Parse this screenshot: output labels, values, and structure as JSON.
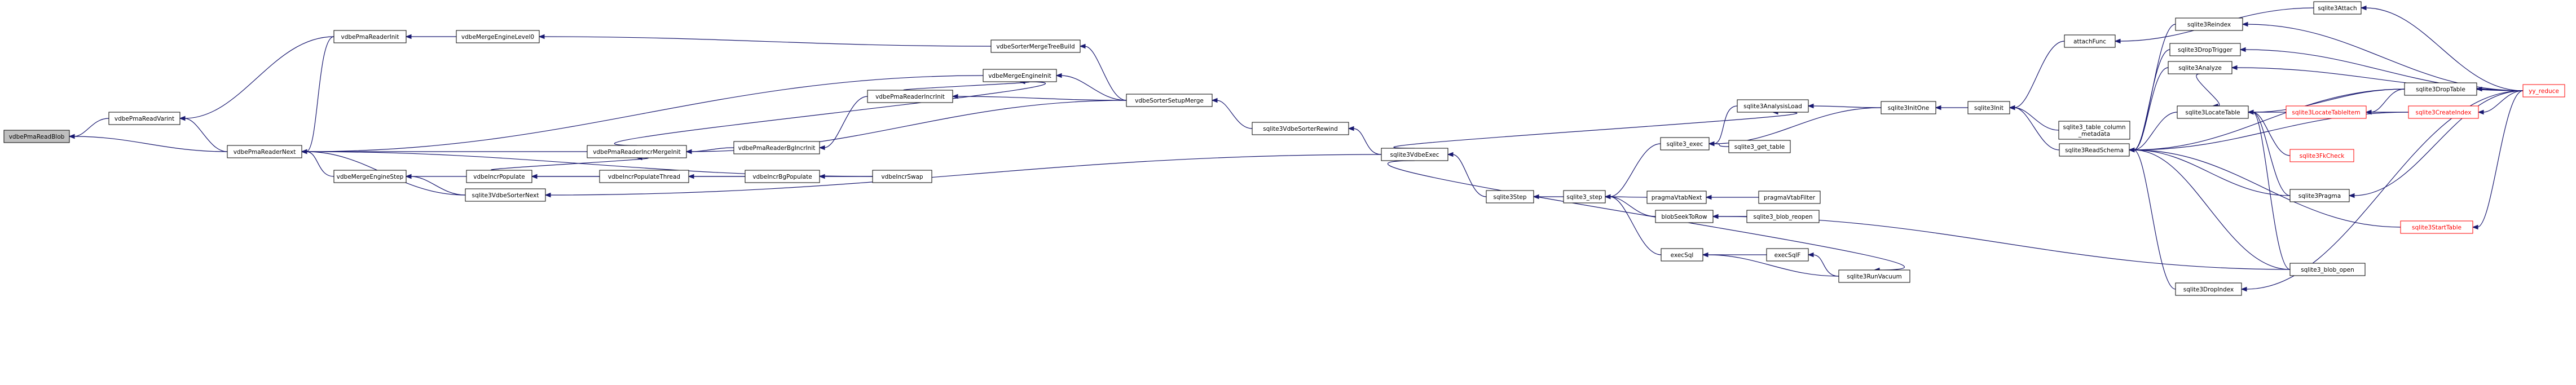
{
  "colors": {
    "edge": "#191970",
    "node_border": "#000000",
    "node_fill": "#ffffff",
    "root_fill": "#bfbfbf",
    "highlight_border": "#ff0000",
    "highlight_text": "#ff0000"
  },
  "nodes": [
    {
      "id": "n0",
      "label": "vdbePmaReadBlob",
      "root": true
    },
    {
      "id": "n1",
      "label": "vdbePmaReadVarint"
    },
    {
      "id": "n2",
      "label": "vdbePmaReaderNext"
    },
    {
      "id": "n3",
      "label": "vdbePmaReaderInit"
    },
    {
      "id": "n4",
      "label": "vdbeMergeEngineLevel0"
    },
    {
      "id": "n5",
      "label": "vdbeSorterMergeTreeBuild"
    },
    {
      "id": "n6",
      "label": "vdbeMergeEngineInit"
    },
    {
      "id": "n7",
      "label": "vdbeSorterSetupMerge"
    },
    {
      "id": "n8",
      "label": "vdbePmaReaderIncrMergeInit"
    },
    {
      "id": "n9",
      "label": "vdbePmaReaderBgIncrInit"
    },
    {
      "id": "n10",
      "label": "vdbePmaReaderIncrInit"
    },
    {
      "id": "n11",
      "label": "sqlite3VdbeSorterRewind"
    },
    {
      "id": "n12",
      "label": "sqlite3VdbeExec"
    },
    {
      "id": "n13",
      "label": "vdbeMergeEngineStep"
    },
    {
      "id": "n14",
      "label": "vdbeIncrPopulate"
    },
    {
      "id": "n15",
      "label": "vdbeIncrPopulateThread"
    },
    {
      "id": "n16",
      "label": "vdbeIncrBgPopulate"
    },
    {
      "id": "n17",
      "label": "vdbeIncrSwap"
    },
    {
      "id": "n18",
      "label": "sqlite3VdbeSorterNext"
    },
    {
      "id": "n19",
      "label": "sqlite3Step"
    },
    {
      "id": "n20",
      "label": "sqlite3_step"
    },
    {
      "id": "n21",
      "label": "sqlite3_exec"
    },
    {
      "id": "n22",
      "label": "sqlite3AnalysisLoad"
    },
    {
      "id": "n23",
      "label": "sqlite3_get_table"
    },
    {
      "id": "n24",
      "label": "pragmaVtabNext"
    },
    {
      "id": "n25",
      "label": "pragmaVtabFilter"
    },
    {
      "id": "n26",
      "label": "blobSeekToRow"
    },
    {
      "id": "n27",
      "label": "sqlite3_blob_reopen"
    },
    {
      "id": "n28",
      "label": "execSql"
    },
    {
      "id": "n29",
      "label": "execSqlF"
    },
    {
      "id": "n30",
      "label": "sqlite3RunVacuum"
    },
    {
      "id": "n31",
      "label": "sqlite3InitOne"
    },
    {
      "id": "n32",
      "label": "sqlite3Init"
    },
    {
      "id": "n33",
      "label": "attachFunc"
    },
    {
      "id": "n34",
      "label": "sqlite3_table_column_metadata",
      "lines": [
        "sqlite3_table_column",
        "_metadata"
      ]
    },
    {
      "id": "n35",
      "label": "sqlite3ReadSchema"
    },
    {
      "id": "n36",
      "label": "sqlite3Reindex"
    },
    {
      "id": "n37",
      "label": "sqlite3DropTrigger"
    },
    {
      "id": "n38",
      "label": "sqlite3Analyze"
    },
    {
      "id": "n39",
      "label": "sqlite3LocateTable"
    },
    {
      "id": "n40",
      "label": "sqlite3DropIndex"
    },
    {
      "id": "n41",
      "label": "sqlite3Attach"
    },
    {
      "id": "n42",
      "label": "sqlite3DropTable"
    },
    {
      "id": "n43",
      "label": "sqlite3LocateTableItem",
      "red": true
    },
    {
      "id": "n44",
      "label": "sqlite3FkCheck",
      "red": true
    },
    {
      "id": "n45",
      "label": "sqlite3CreateIndex",
      "red": true
    },
    {
      "id": "n46",
      "label": "sqlite3Pragma"
    },
    {
      "id": "n47",
      "label": "sqlite3StartTable",
      "red": true
    },
    {
      "id": "n48",
      "label": "sqlite3_blob_open"
    },
    {
      "id": "n49",
      "label": "yy_reduce",
      "red": true
    }
  ],
  "edges": [
    [
      "n1",
      "n0"
    ],
    [
      "n2",
      "n0"
    ],
    [
      "n2",
      "n1"
    ],
    [
      "n3",
      "n1"
    ],
    [
      "n3",
      "n2"
    ],
    [
      "n4",
      "n3"
    ],
    [
      "n5",
      "n4"
    ],
    [
      "n7",
      "n5"
    ],
    [
      "n6",
      "n2"
    ],
    [
      "n7",
      "n6"
    ],
    [
      "n8",
      "n2"
    ],
    [
      "n8",
      "n6"
    ],
    [
      "n10",
      "n6"
    ],
    [
      "n7",
      "n8"
    ],
    [
      "n9",
      "n8"
    ],
    [
      "n10",
      "n9"
    ],
    [
      "n7",
      "n10"
    ],
    [
      "n11",
      "n7"
    ],
    [
      "n12",
      "n11"
    ],
    [
      "n13",
      "n2"
    ],
    [
      "n14",
      "n13"
    ],
    [
      "n18",
      "n13"
    ],
    [
      "n18",
      "n2"
    ],
    [
      "n14",
      "n8"
    ],
    [
      "n15",
      "n14"
    ],
    [
      "n16",
      "n15"
    ],
    [
      "n17",
      "n16"
    ],
    [
      "n17",
      "n2"
    ],
    [
      "n17",
      "n14"
    ],
    [
      "n12",
      "n18"
    ],
    [
      "n19",
      "n12"
    ],
    [
      "n20",
      "n19"
    ],
    [
      "n21",
      "n20"
    ],
    [
      "n24",
      "n20"
    ],
    [
      "n26",
      "n20"
    ],
    [
      "n28",
      "n20"
    ],
    [
      "n22",
      "n21"
    ],
    [
      "n23",
      "n21"
    ],
    [
      "n31",
      "n21"
    ],
    [
      "n12",
      "n22"
    ],
    [
      "n31",
      "n22"
    ],
    [
      "n25",
      "n24"
    ],
    [
      "n27",
      "n26"
    ],
    [
      "n48",
      "n26"
    ],
    [
      "n29",
      "n28"
    ],
    [
      "n30",
      "n28"
    ],
    [
      "n30",
      "n29"
    ],
    [
      "n12",
      "n30"
    ],
    [
      "n32",
      "n31"
    ],
    [
      "n33",
      "n32"
    ],
    [
      "n34",
      "n32"
    ],
    [
      "n35",
      "n32"
    ],
    [
      "n41",
      "n33"
    ],
    [
      "n49",
      "n41"
    ],
    [
      "n36",
      "n35"
    ],
    [
      "n37",
      "n35"
    ],
    [
      "n38",
      "n35"
    ],
    [
      "n39",
      "n35"
    ],
    [
      "n40",
      "n35"
    ],
    [
      "n42",
      "n35"
    ],
    [
      "n45",
      "n35"
    ],
    [
      "n46",
      "n35"
    ],
    [
      "n47",
      "n35"
    ],
    [
      "n48",
      "n35"
    ],
    [
      "n38",
      "n39"
    ],
    [
      "n42",
      "n39"
    ],
    [
      "n43",
      "n39"
    ],
    [
      "n44",
      "n39"
    ],
    [
      "n46",
      "n39"
    ],
    [
      "n48",
      "n39"
    ],
    [
      "n45",
      "n43"
    ],
    [
      "n49",
      "n36"
    ],
    [
      "n49",
      "n37"
    ],
    [
      "n49",
      "n38"
    ],
    [
      "n49",
      "n40"
    ],
    [
      "n49",
      "n42"
    ],
    [
      "n49",
      "n45"
    ],
    [
      "n49",
      "n46"
    ],
    [
      "n49",
      "n47"
    ],
    [
      "n42",
      "n43"
    ]
  ]
}
